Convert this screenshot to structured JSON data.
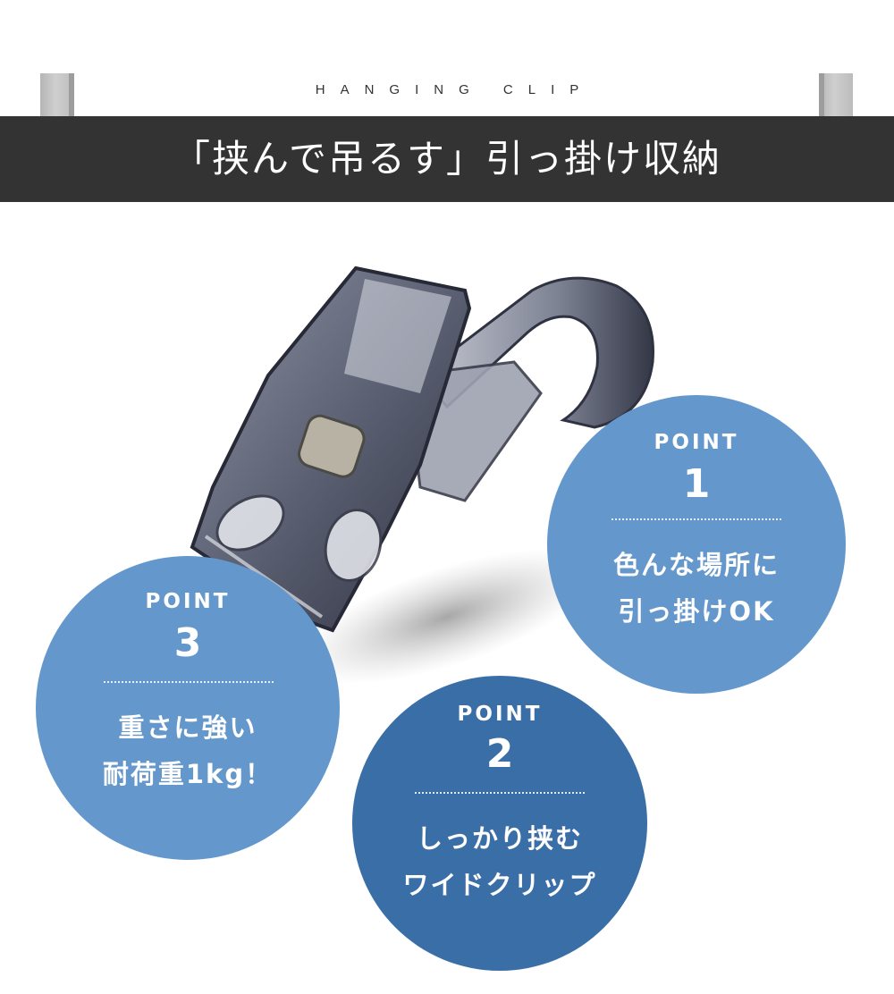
{
  "header": {
    "eyebrow": "HANGING CLIP",
    "title": "「挟んで吊るす」引っ掛け収納"
  },
  "colors": {
    "banner": "#333333",
    "circle_light": "#6497cb",
    "circle_dark": "#3a6ea7",
    "clip_body": "#3d4150"
  },
  "points": [
    {
      "label": "POINT",
      "number": "1",
      "line1": "色んな場所に",
      "line2": "引っ掛けOK"
    },
    {
      "label": "POINT",
      "number": "2",
      "line1": "しっかり挟む",
      "line2": "ワイドクリップ"
    },
    {
      "label": "POINT",
      "number": "3",
      "line1": "重さに強い",
      "line2": "耐荷重1kg！"
    }
  ]
}
